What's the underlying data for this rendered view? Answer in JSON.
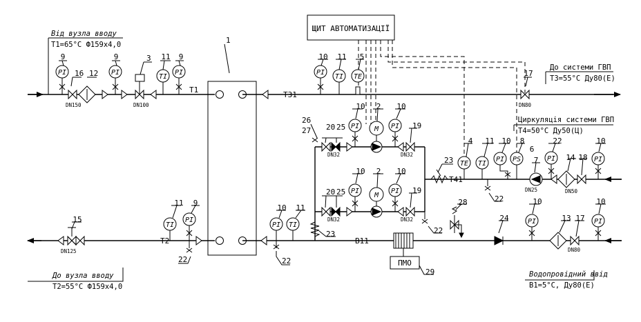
{
  "panel": {
    "title": "ЩИТ АВТОМАТИЗАЦІЇ"
  },
  "captions": {
    "from_inlet": "Від вузла вводу",
    "t1_spec": "Т1=65°С Ф159х4,0",
    "to_dhw": "До системи ГВП",
    "t3_spec": "Т3=55°С Ду80(Е)",
    "dhw_circ": "Циркуляція системи ГВП",
    "t4_spec": "Т4=50°С Ду50(Ц)",
    "to_inlet": "До вузла вводу",
    "t2_spec": "Т2=55°С Ф159х4,0",
    "water_inlet": "Водопровідний ввід",
    "b1_spec": "В1=5°С, Ду80(Е)"
  },
  "line_labels": {
    "t1": "Т1",
    "t31": "Т31",
    "t41": "Т41",
    "t2": "Т2",
    "b11": "В11"
  },
  "device": {
    "pmo": "ПМО"
  },
  "gauges": {
    "pi": "PI",
    "ti": "TI",
    "te": "TE",
    "ps": "PS",
    "motor": "M"
  },
  "positions": {
    "p1": "1",
    "p2": "2",
    "p3": "3",
    "p4": "4",
    "p5": "5",
    "p6": "6",
    "p7": "7",
    "p8": "8",
    "p9": "9",
    "p10": "10",
    "p11": "11",
    "p12": "12",
    "p13": "13",
    "p14": "14",
    "p15": "15",
    "p16": "16",
    "p17": "17",
    "p18": "18",
    "p19": "19",
    "p20": "20",
    "p22": "22",
    "p23": "23",
    "p24": "24",
    "p25": "25",
    "p26": "26",
    "p27": "27",
    "p28": "28",
    "p29": "29"
  },
  "dn": {
    "dn150": "DN150",
    "dn100": "DN100",
    "dn80": "DN80",
    "dn32": "DN32",
    "dn25": "DN25",
    "dn50": "DN50",
    "dn125": "DN125"
  }
}
